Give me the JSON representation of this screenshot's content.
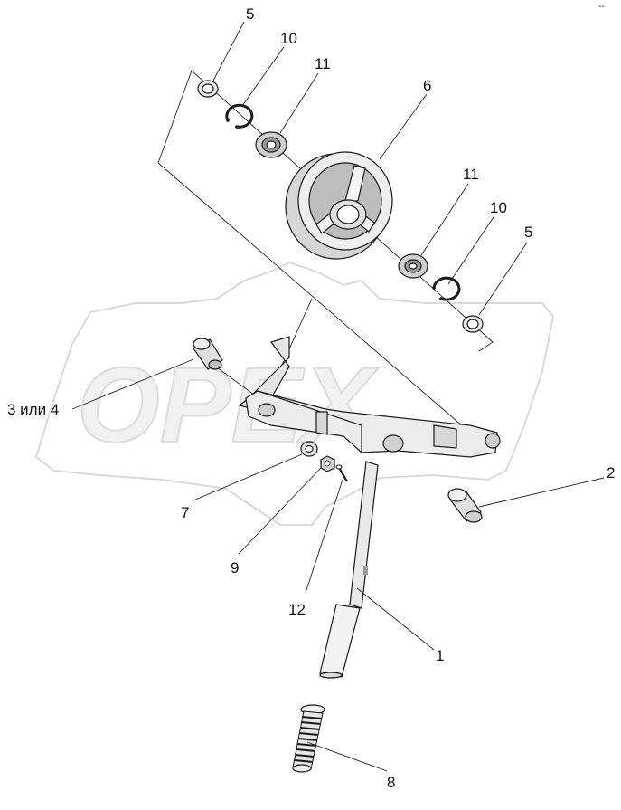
{
  "watermark": {
    "text": "OPEX"
  },
  "corner_mark": "--",
  "callouts": {
    "c5_top": "5",
    "c10_top": "10",
    "c11_top": "11",
    "c6": "6",
    "c11_mid": "11",
    "c10_mid": "10",
    "c5_mid": "5",
    "c3or4": "3 или 4",
    "c2": "2",
    "c7": "7",
    "c9": "9",
    "c12": "12",
    "c1": "1",
    "c8": "8"
  }
}
